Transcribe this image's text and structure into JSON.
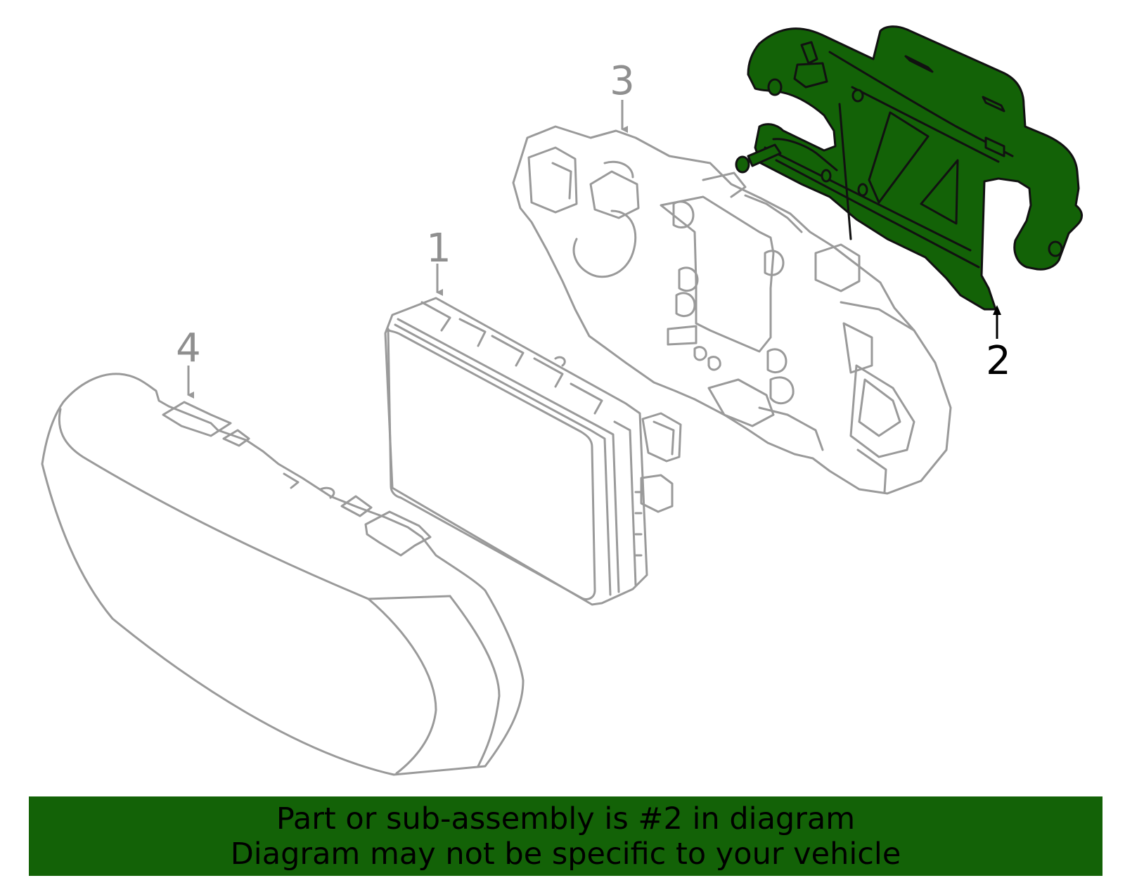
{
  "callouts": [
    {
      "id": "1",
      "text": "1"
    },
    {
      "id": "2",
      "text": "2"
    },
    {
      "id": "3",
      "text": "3"
    },
    {
      "id": "4",
      "text": "4"
    }
  ],
  "highlighted_part": "2",
  "banner": {
    "line1": "Part or sub-assembly is #2 in diagram",
    "line2": "Diagram may not be specific to your vehicle"
  },
  "colors": {
    "highlight_fill": "#136207",
    "outline_gray": "#999999",
    "label_gray": "#8f8f8f",
    "highlight_label": "#000000",
    "banner_bg": "#136207"
  },
  "icons": [
    "arrow-down-icon",
    "arrow-up-icon"
  ]
}
